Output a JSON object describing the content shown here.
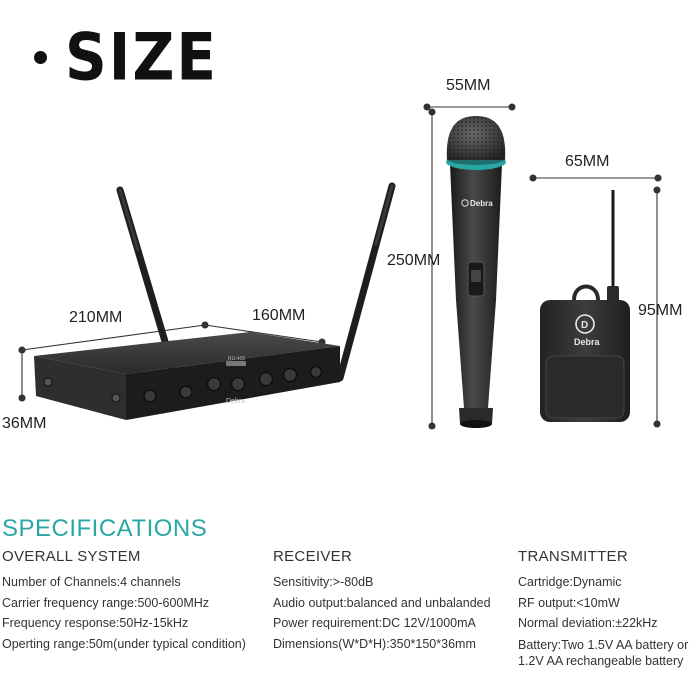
{
  "title": "SIZE",
  "dimensions": {
    "mic_width": "55MM",
    "mic_height": "250MM",
    "transmitter_width": "65MM",
    "transmitter_height": "95MM",
    "receiver_width": "210MM",
    "receiver_depth": "160MM",
    "receiver_height": "36MM"
  },
  "product_labels": {
    "mic_brand": "Debra",
    "transmitter_brand": "Debra",
    "receiver_brand": "Debra",
    "receiver_model": "RU-400"
  },
  "specs": {
    "heading": "SPECIFICATIONS",
    "overall": {
      "title": "OVERALL SYSTEM",
      "lines": [
        "Number of Channels:4 channels",
        "Carrier frequency range:500-600MHz",
        "Frequency response:50Hz-15kHz",
        "Operting range:50m(under typical condition)"
      ]
    },
    "receiver": {
      "title": "RECEIVER",
      "lines": [
        "Sensitivity:>-80dB",
        "Audio output:balanced and unbalanded",
        "Power requirement:DC 12V/1000mA",
        "Dimensions(W*D*H):350*150*36mm"
      ]
    },
    "transmitter": {
      "title": "TRANSMITTER",
      "lines": [
        "Cartridge:Dynamic",
        "RF output:<10mW",
        "Normal deviation:±22kHz",
        "Battery:Two 1.5V AA battery or",
        "1.2V AA rechangeable battery"
      ]
    }
  },
  "colors": {
    "accent": "#2aa7a5",
    "device_body": "#2b2b2b",
    "text": "#333333"
  }
}
